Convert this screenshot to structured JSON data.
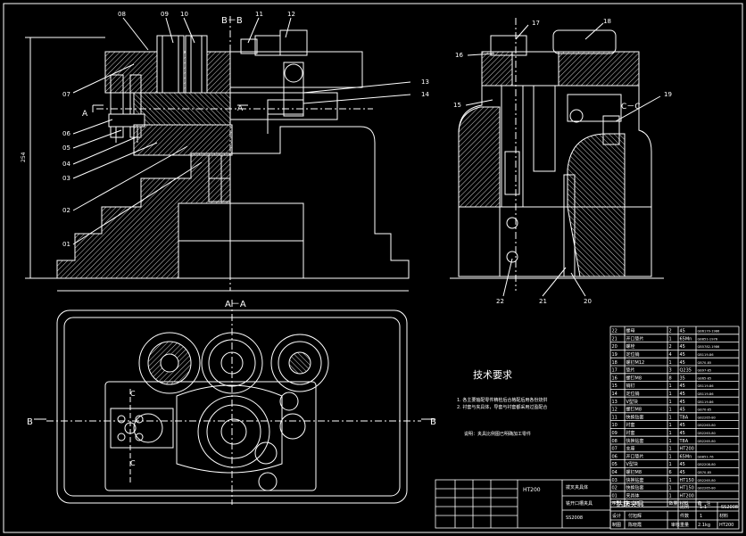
{
  "section_labels": {
    "bb": "B－B",
    "aa": "A－A",
    "cc": "C－C",
    "a_left": "A",
    "a_right": "A",
    "b_left": "B",
    "b_right": "B",
    "c_top": "C",
    "c_bottom": "C"
  },
  "part_labels": [
    "08",
    "09",
    "10",
    "11",
    "12",
    "07",
    "06",
    "05",
    "04",
    "03",
    "02",
    "01",
    "13",
    "14",
    "15",
    "16",
    "17",
    "18",
    "19",
    "22",
    "21",
    "20"
  ],
  "dim_left": "254",
  "notes": {
    "title": "技术要求",
    "line1": "1. 各主要轴配零件精检后合格配后用各份烧供",
    "line2": "2. 衬套与夹具体，导套与衬套都采用过盈配合",
    "line3": "说明：夹具比例图已明确加工零件"
  },
  "bom_rows": [
    [
      "22",
      "螺母",
      "2",
      "45",
      "GB6170-1986"
    ],
    [
      "21",
      "开口垫片",
      "1",
      "65Mn",
      "GB851-1976"
    ],
    [
      "20",
      "螺栓",
      "2",
      "45",
      "GB5782-1986"
    ],
    [
      "19",
      "定位销",
      "4",
      "45",
      "GB119-86"
    ],
    [
      "18",
      "螺钉M12",
      "1",
      "45",
      "GB70-85"
    ],
    [
      "17",
      "垫片",
      "3",
      "Q235",
      "GB97-85"
    ],
    [
      "16",
      "螺钉M8",
      "8",
      "35",
      "GB65-85"
    ],
    [
      "15",
      "销钉",
      "1",
      "45",
      "GB119-86"
    ],
    [
      "14",
      "定位销",
      "1",
      "45",
      "GB119-86"
    ],
    [
      "13",
      "V型块",
      "1",
      "45",
      "GB119-86"
    ],
    [
      "12",
      "螺钉M8",
      "1",
      "45",
      "GB70-85"
    ],
    [
      "11",
      "快换钻套",
      "1",
      "T8A",
      "GB2265-80"
    ],
    [
      "10",
      "衬套",
      "1",
      "45",
      "GB2263-80"
    ],
    [
      "09",
      "衬套",
      "1",
      "45",
      "GB2263-80"
    ],
    [
      "08",
      "快换钻套",
      "1",
      "T8A",
      "GB2265-80"
    ],
    [
      "07",
      "支座",
      "1",
      "HT200",
      ""
    ],
    [
      "06",
      "开口垫片",
      "1",
      "65Mn",
      "GB851-76"
    ],
    [
      "05",
      "V型块",
      "1",
      "45",
      "GB2208-80"
    ],
    [
      "04",
      "螺钉M8",
      "6",
      "45",
      "GB70-85"
    ],
    [
      "03",
      "快换钻套",
      "1",
      "HT150",
      "GB2265-80"
    ],
    [
      "02",
      "快换钻套",
      "1",
      "HT150",
      "GB2265-80"
    ],
    [
      "01",
      "夹具体",
      "1",
      "HT200",
      ""
    ]
  ],
  "bom_header": [
    "序号",
    "名　称",
    "数量",
    "材料",
    "备　注"
  ],
  "title_block": {
    "name": "钻床夹具",
    "scale_label": "比例",
    "scale": "1:1",
    "count_label": "件数",
    "count": "1",
    "weight_label": "重量",
    "weight": "2.1kg",
    "material_label": "材料",
    "material": "HT200",
    "code": "SS2008",
    "designer_label": "设计",
    "designer": "付旭辉",
    "checker_label": "制图",
    "checker": "陈晓霞",
    "audit_label": "审核"
  },
  "small_block": {
    "mat": "HT200",
    "line1": "拨叉夹具体",
    "line2": "铣开口槽夹具",
    "code": "SS2008"
  },
  "colors": {
    "line": "#ffffff",
    "hatch": "#c8c8c8",
    "dim": "#ffffff"
  }
}
